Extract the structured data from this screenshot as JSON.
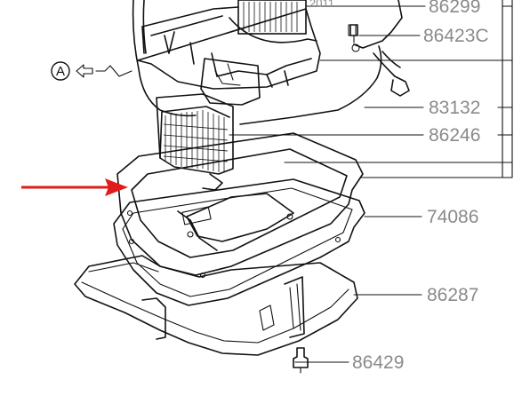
{
  "diagram": {
    "part_numbers": [
      "86299",
      "86423C",
      "83132",
      "86246",
      "74086",
      "86287",
      "86429"
    ],
    "partial_label": "2011",
    "callout": "A",
    "arrow_color": "#e01b1b",
    "label_color": "#8a8a8a"
  }
}
